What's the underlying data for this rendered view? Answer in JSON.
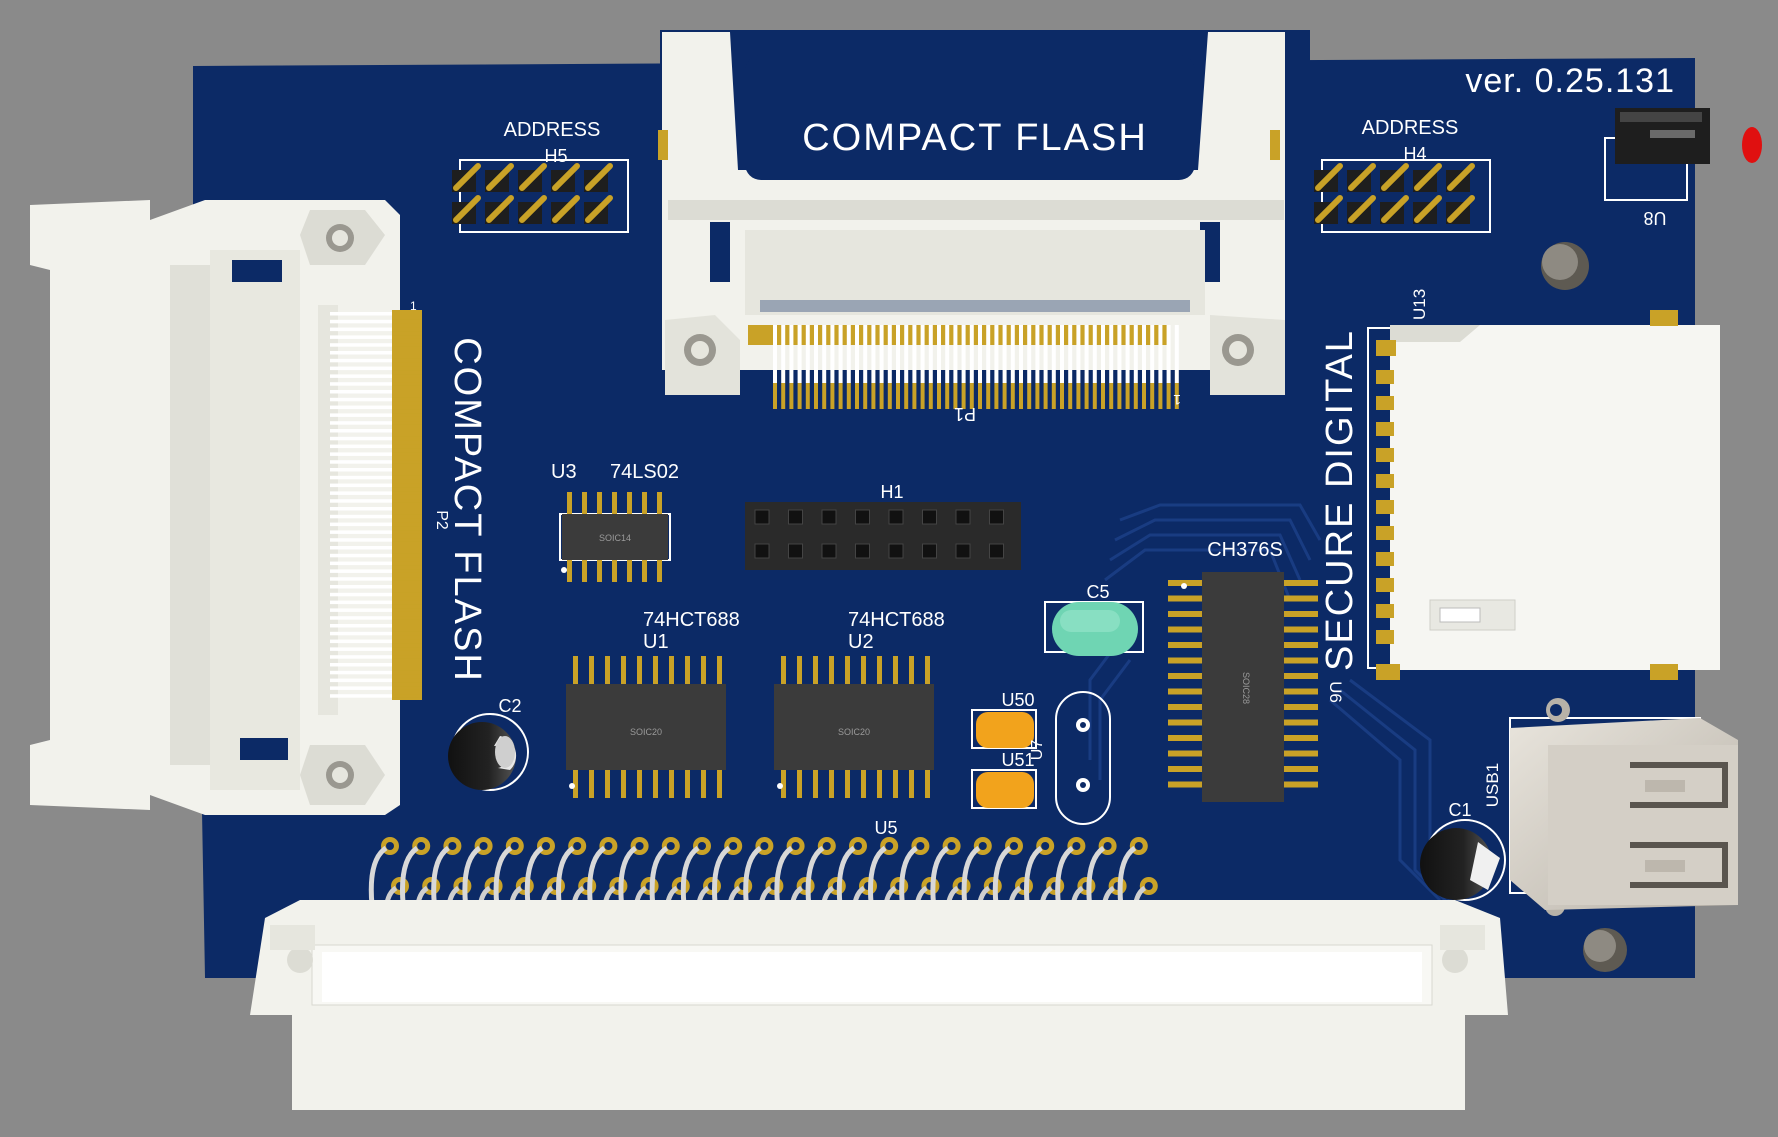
{
  "colors": {
    "background": "#8a8a8a",
    "board": "#0c2a66",
    "silkscreen": "#ffffff",
    "connector": "#f4f4ee",
    "gold": "#c9a227",
    "ic_body": "#3b3b3b",
    "led": "#e01010"
  },
  "board": {
    "version": "ver. 0.25.131"
  },
  "labels": {
    "cf_top": "COMPACT FLASH",
    "cf_left": "COMPACT FLASH",
    "sd": "SECURE DIGITAL",
    "address_left": "ADDRESS",
    "address_right": "ADDRESS",
    "h5": "H5",
    "h4": "H4",
    "u8": "U8",
    "u13": "U13",
    "p1": "P1",
    "p1_pin": "1",
    "p2": "P2",
    "p2_pin": "1",
    "u3": "U3",
    "u3_part": "74LS02",
    "u3_pkg": "SOIC14",
    "h1": "H1",
    "u1": "U1",
    "u1_part": "74HCT688",
    "u1_pkg": "SOIC20",
    "u2": "U2",
    "u2_part": "74HCT688",
    "u2_pkg": "SOIC20",
    "c5": "C5",
    "c2": "C2",
    "c1": "C1",
    "u50": "U50",
    "u51": "U51",
    "u7": "U7",
    "ch376s": "CH376S",
    "u6": "U6",
    "u6_pkg": "SOIC28",
    "usb1": "USB1",
    "u5": "U5"
  },
  "icons": [
    "compact-flash-socket",
    "sd-card-socket",
    "usb-a-socket",
    "idc-50-pin-connector",
    "led",
    "crystal",
    "electrolytic-capacitor",
    "pin-header"
  ]
}
